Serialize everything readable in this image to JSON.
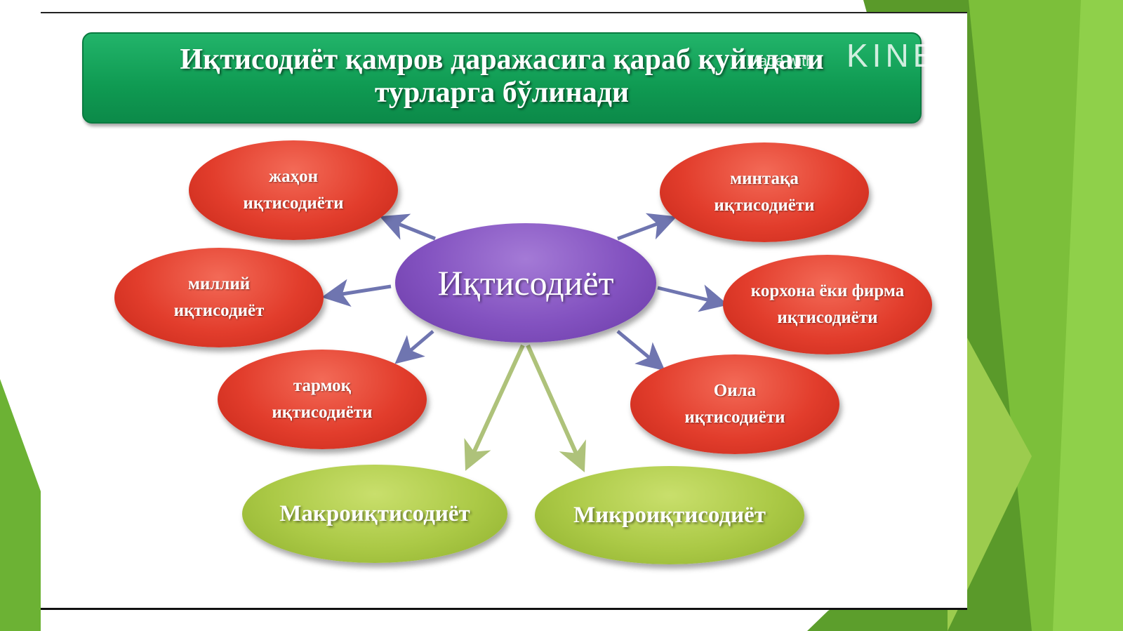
{
  "title": {
    "line1": "Иқтисодиёт қамров даражасига қараб қуйидаги",
    "line2": "турларга бўлинади"
  },
  "watermark": {
    "small": "Made with",
    "big": "KINEM"
  },
  "center": {
    "label": "Иқтисодиёт"
  },
  "nodes": {
    "world": {
      "line1": "жаҳон",
      "line2": "иқтисодиёти"
    },
    "national": {
      "line1": "миллий",
      "line2": "иқтисодиёт"
    },
    "sector": {
      "line1": "тармоқ",
      "line2": "иқтисодиёти"
    },
    "region": {
      "line1": "минтақа",
      "line2": "иқтисодиёти"
    },
    "firm": {
      "line1": "корхона ёки фирма",
      "line2": "иқтисодиёти"
    },
    "family": {
      "line1": "Оила",
      "line2": "иқтисодиёти"
    },
    "macro": {
      "label": "Макроиқтисодиёт"
    },
    "micro": {
      "label": "Микроиқтисодиёт"
    }
  },
  "colors": {
    "title_green": "#12a35a",
    "node_red": "#e23d2c",
    "center_purple": "#8352c0",
    "bottom_green": "#abc946",
    "arrow_blue": "#6f75b0",
    "arrow_green": "#aec27a"
  }
}
